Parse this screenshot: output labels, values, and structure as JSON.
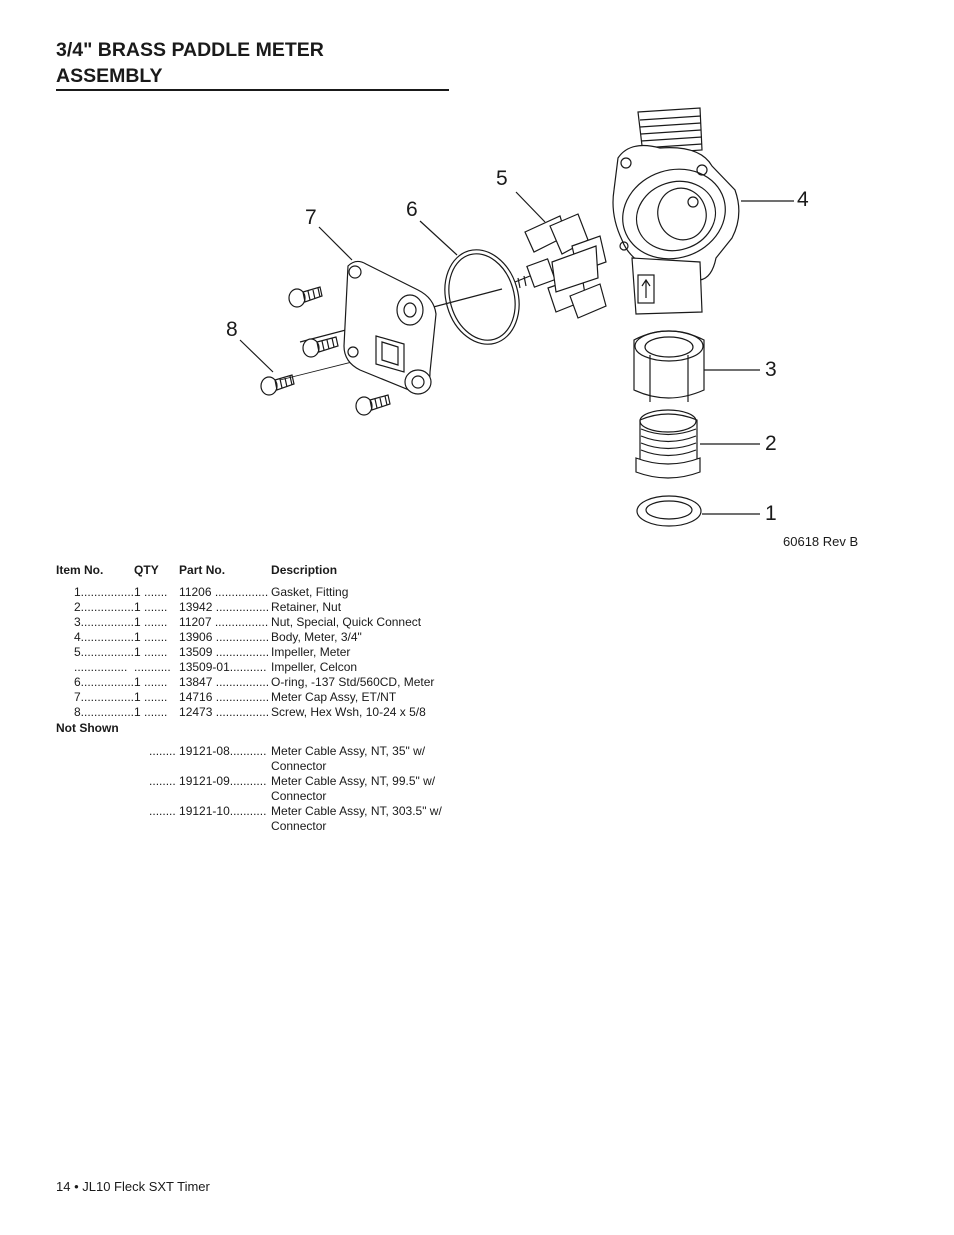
{
  "page": {
    "title_line1": "3/4\" BRASS PADDLE METER",
    "title_line2": "ASSEMBLY",
    "drawing_id": "60618 Rev B",
    "footer": "14 • JL10 Fleck SXT Timer"
  },
  "diagram": {
    "callouts": [
      "1",
      "2",
      "3",
      "4",
      "5",
      "6",
      "7",
      "8"
    ]
  },
  "table": {
    "headers": {
      "item": "Item No.",
      "qty": "QTY",
      "part": "Part No.",
      "desc": "Description"
    },
    "rows": [
      {
        "item": "1................",
        "qty": "1 .......",
        "part": "11206 ................",
        "desc": "Gasket, Fitting"
      },
      {
        "item": "2................",
        "qty": "1 .......",
        "part": "13942 ................",
        "desc": "Retainer, Nut"
      },
      {
        "item": "3................",
        "qty": "1 .......",
        "part": "11207 ................",
        "desc": "Nut, Special, Quick Connect"
      },
      {
        "item": "4................",
        "qty": "1 .......",
        "part": "13906 ................",
        "desc": "Body, Meter, 3/4\""
      },
      {
        "item": "5................",
        "qty": "1 .......",
        "part": "13509 ................",
        "desc": "Impeller, Meter"
      },
      {
        "item": "................",
        "qty": "...........",
        "part": "13509-01...........",
        "desc": "Impeller, Celcon"
      },
      {
        "item": "6................",
        "qty": "1 .......",
        "part": "13847 ................",
        "desc": "O-ring, -137 Std/560CD, Meter"
      },
      {
        "item": "7................",
        "qty": "1 .......",
        "part": "14716 ................",
        "desc": "Meter Cap Assy, ET/NT"
      },
      {
        "item": "8................",
        "qty": "1 .......",
        "part": "12473 ................",
        "desc": "Screw, Hex Wsh, 10-24 x 5/8"
      }
    ],
    "not_shown_label": "Not Shown",
    "not_shown_rows": [
      {
        "qty": "........",
        "part": "19121-08...........",
        "desc": "Meter Cable Assy, NT, 35\" w/ Connector"
      },
      {
        "qty": "........",
        "part": "19121-09...........",
        "desc": "Meter Cable Assy, NT, 99.5\" w/ Connector"
      },
      {
        "qty": "........",
        "part": "19121-10...........",
        "desc": "Meter Cable Assy, NT, 303.5\" w/ Connector"
      }
    ]
  }
}
